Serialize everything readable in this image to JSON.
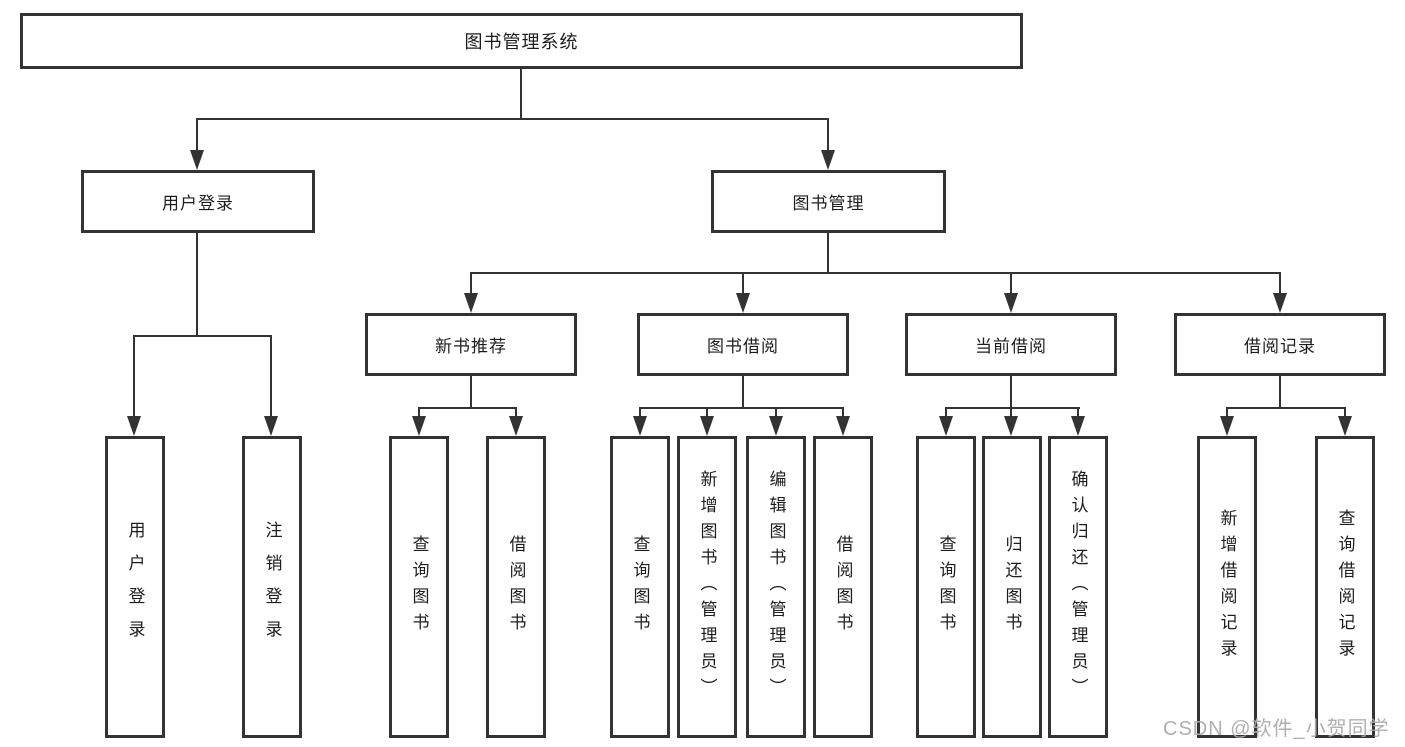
{
  "diagram": {
    "root": "图书管理系统",
    "user_login": {
      "label": "用户登录",
      "children": [
        "用户登录",
        "注销登录"
      ]
    },
    "book_mgmt": {
      "label": "图书管理",
      "children": [
        {
          "label": "新书推荐",
          "children": [
            "查询图书",
            "借阅图书"
          ]
        },
        {
          "label": "图书借阅",
          "children": [
            "查询图书",
            "新增图书（管理员）",
            "编辑图书（管理员）",
            "借阅图书"
          ]
        },
        {
          "label": "当前借阅",
          "children": [
            "查询图书",
            "归还图书",
            "确认归还（管理员）"
          ]
        },
        {
          "label": "借阅记录",
          "children": [
            "新增借阅记录",
            "查询借阅记录"
          ]
        }
      ]
    }
  },
  "watermark": "CSDN @软件_小贺同学",
  "colors": {
    "line": "#333333",
    "text": "#1d1d1d",
    "background": "#ffffff",
    "watermark": "#ababab"
  }
}
